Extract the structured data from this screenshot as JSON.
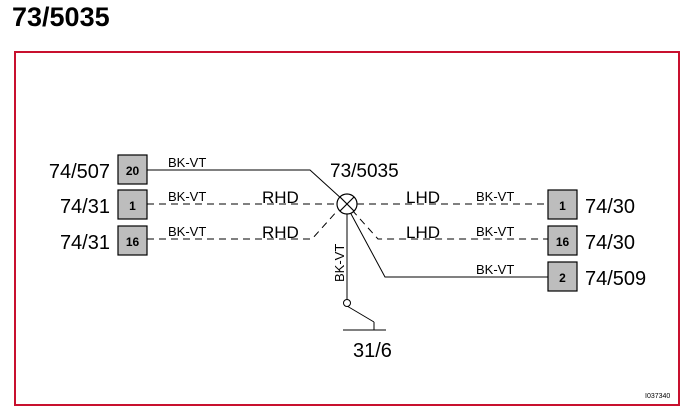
{
  "title": "73/5035",
  "splice": {
    "label": "73/5035"
  },
  "left_connectors": [
    {
      "ref": "74/507",
      "pin": "20"
    },
    {
      "ref": "74/31",
      "pin": "1"
    },
    {
      "ref": "74/31",
      "pin": "16"
    }
  ],
  "right_connectors": [
    {
      "ref": "74/30",
      "pin": "1"
    },
    {
      "ref": "74/30",
      "pin": "16"
    },
    {
      "ref": "74/509",
      "pin": "2"
    }
  ],
  "wires": {
    "wire_20": "BK-VT",
    "wire_1_left": "BK-VT",
    "wire_16_left": "BK-VT",
    "wire_1_right": "BK-VT",
    "wire_16_right": "BK-VT",
    "wire_2": "BK-VT",
    "wire_ground": "BK-VT"
  },
  "variants": {
    "rhd": "RHD",
    "lhd": "LHD"
  },
  "ground": {
    "ref": "31/6"
  },
  "image_id": "I037340",
  "colors": {
    "frame": "#c8102e",
    "pin_fill": "#bdbdbd",
    "line": "#000000"
  }
}
